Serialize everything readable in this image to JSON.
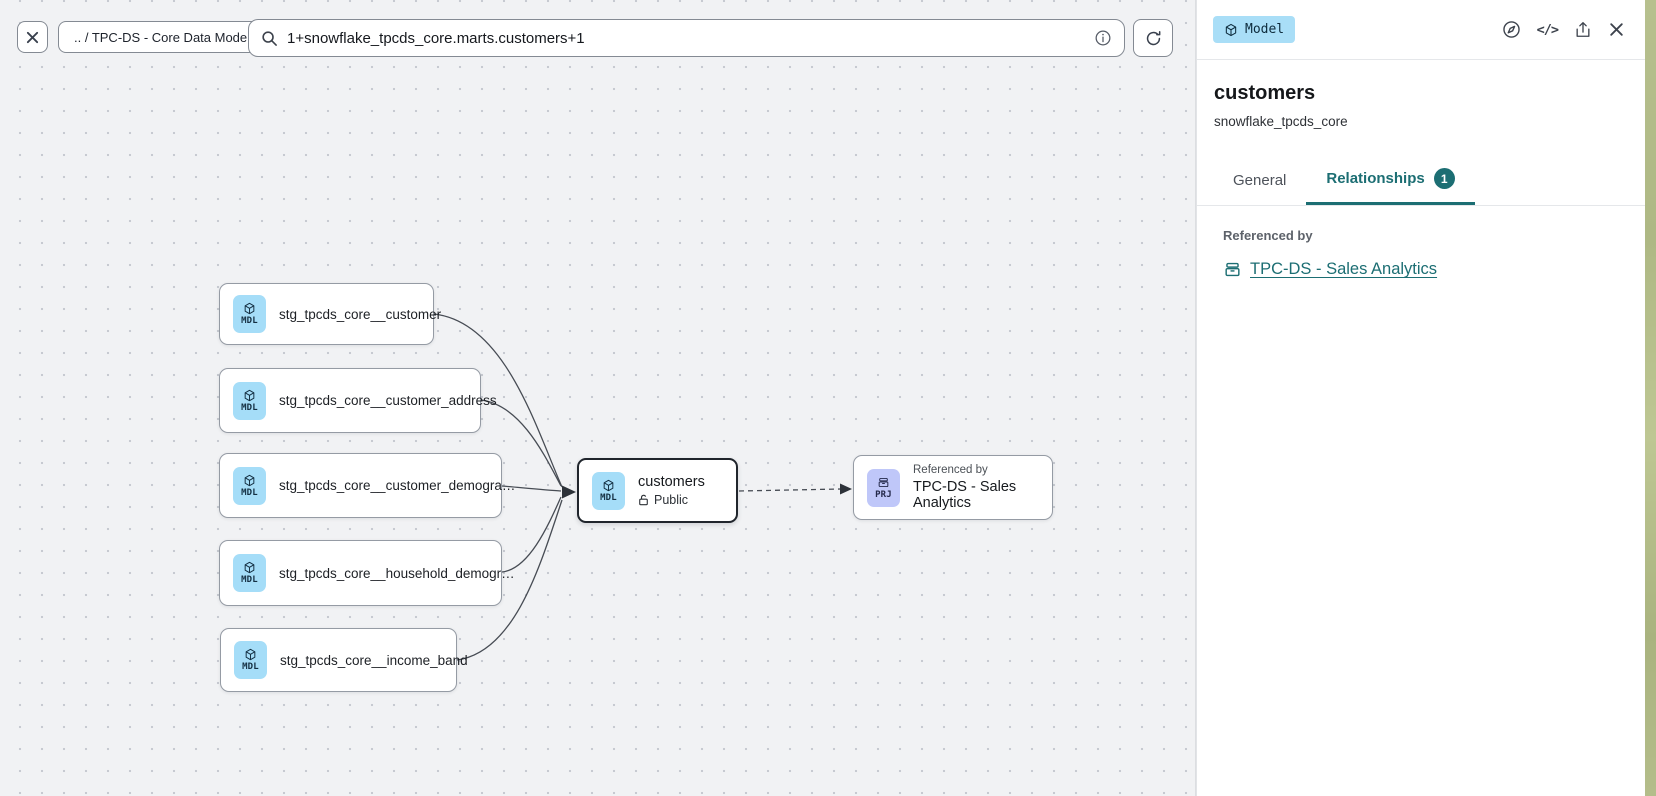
{
  "toolbar": {
    "breadcrumb": ".. / TPC-DS - Core Data Models",
    "search_value": "1+snowflake_tpcds_core.marts.customers+1"
  },
  "canvas": {
    "nodes": [
      {
        "badge": "MDL",
        "label": "stg_tpcds_core__customer"
      },
      {
        "badge": "MDL",
        "label": "stg_tpcds_core__customer_address"
      },
      {
        "badge": "MDL",
        "label": "stg_tpcds_core__customer_demogra…"
      },
      {
        "badge": "MDL",
        "label": "stg_tpcds_core__household_demogr…"
      },
      {
        "badge": "MDL",
        "label": "stg_tpcds_core__income_band"
      },
      {
        "badge": "MDL",
        "label": "customers",
        "visibility": "Public"
      },
      {
        "badge": "PRJ",
        "kicker": "Referenced by",
        "label": "TPC-DS - Sales Analytics"
      }
    ]
  },
  "panel": {
    "type_badge": "Model",
    "title": "customers",
    "subtitle": "snowflake_tpcds_core",
    "tabs": [
      {
        "label": "General"
      },
      {
        "label": "Relationships",
        "count": "1"
      }
    ],
    "referenced_by_label": "Referenced by",
    "reference_link": "TPC-DS - Sales Analytics"
  },
  "colors": {
    "accent_teal": "#1c6e73",
    "model_badge_blue": "#a9def7",
    "project_badge_lavender": "#bfc7f9",
    "canvas_background": "#f1f2f4",
    "selected_node_border": "#20252c"
  }
}
